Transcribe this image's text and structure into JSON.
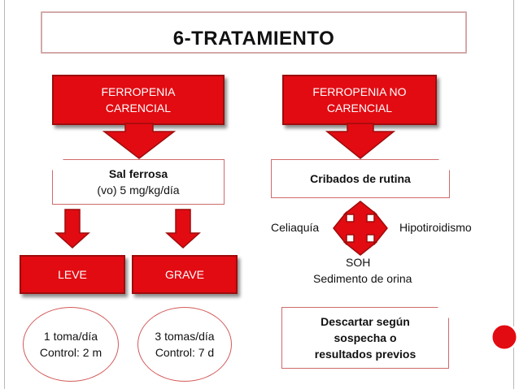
{
  "title": "6-TRATAMIENTO",
  "colors": {
    "accent_red": "#e20b12",
    "dark_red": "#9e0c0c",
    "border_pink": "#d06a6a"
  },
  "left": {
    "header_line1": "FERROPENIA",
    "header_line2": "CARENCIAL",
    "treatment_line1": "Sal ferrosa",
    "treatment_line2": "(vo) 5 mg/kg/día",
    "leve": "LEVE",
    "grave": "GRAVE",
    "leve_detail_line1": "1 toma/día",
    "leve_detail_line2": "Control: 2 m",
    "grave_detail_line1": "3 tomas/día",
    "grave_detail_line2": "Control: 7 d"
  },
  "right": {
    "header_line1": "FERROPENIA NO",
    "header_line2": "CARENCIAL",
    "screening": "Cribados de rutina",
    "celiac": "Celiaquía",
    "hypothyroid": "Hipotiroidismo",
    "soh": "SOH",
    "urine": "Sedimento de orina",
    "discard_line1": "Descartar según",
    "discard_line2": "sospecha o",
    "discard_line3": "resultados previos"
  },
  "icons": [
    "down-arrow-icon",
    "four-way-arrow-icon",
    "red-circle-icon"
  ]
}
